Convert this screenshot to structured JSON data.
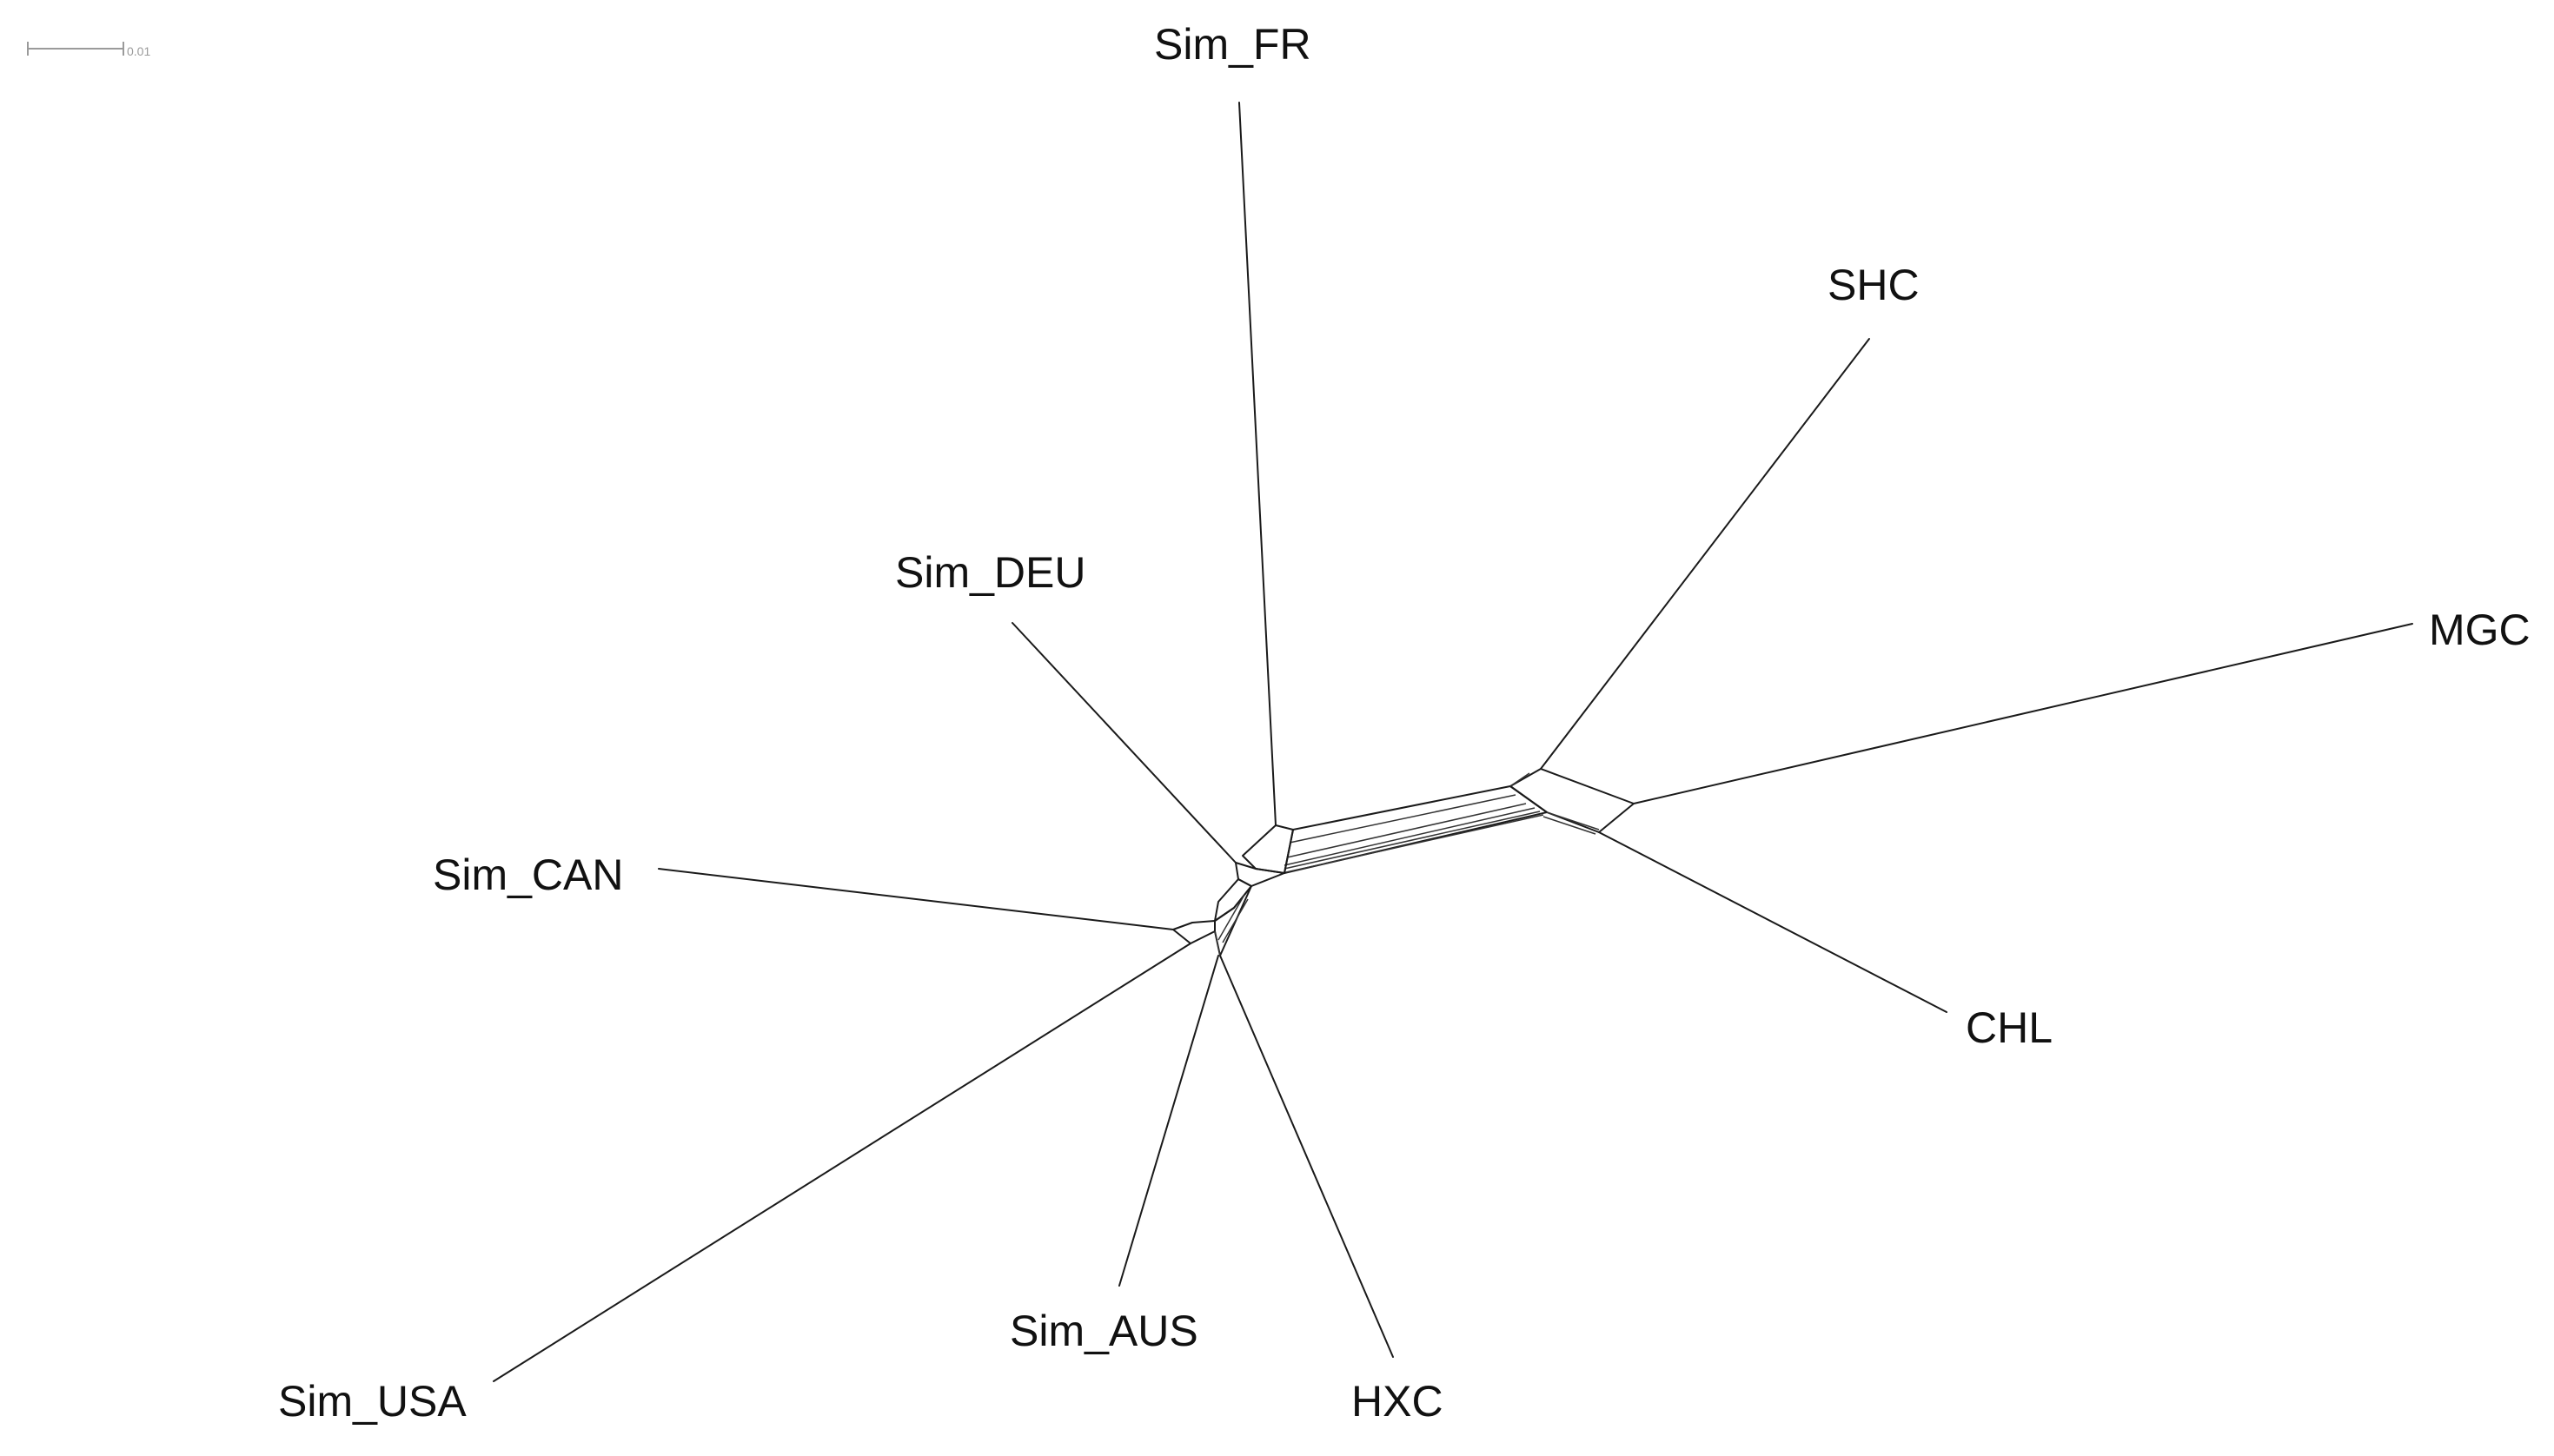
{
  "scale_bar": {
    "label": "0.01"
  },
  "taxa": [
    {
      "id": "sim-fr",
      "label": "Sim_FR"
    },
    {
      "id": "shc",
      "label": "SHC"
    },
    {
      "id": "sim-deu",
      "label": "Sim_DEU"
    },
    {
      "id": "mgc",
      "label": "MGC"
    },
    {
      "id": "sim-can",
      "label": "Sim_CAN"
    },
    {
      "id": "chl",
      "label": "CHL"
    },
    {
      "id": "sim-aus",
      "label": "Sim_AUS"
    },
    {
      "id": "hxc",
      "label": "HXC"
    },
    {
      "id": "sim-usa",
      "label": "Sim_USA"
    }
  ],
  "colors": {
    "edges": "#1a1a1a",
    "labels": "#111111",
    "scale_bar": "#9a9a9a",
    "background": "#ffffff"
  }
}
